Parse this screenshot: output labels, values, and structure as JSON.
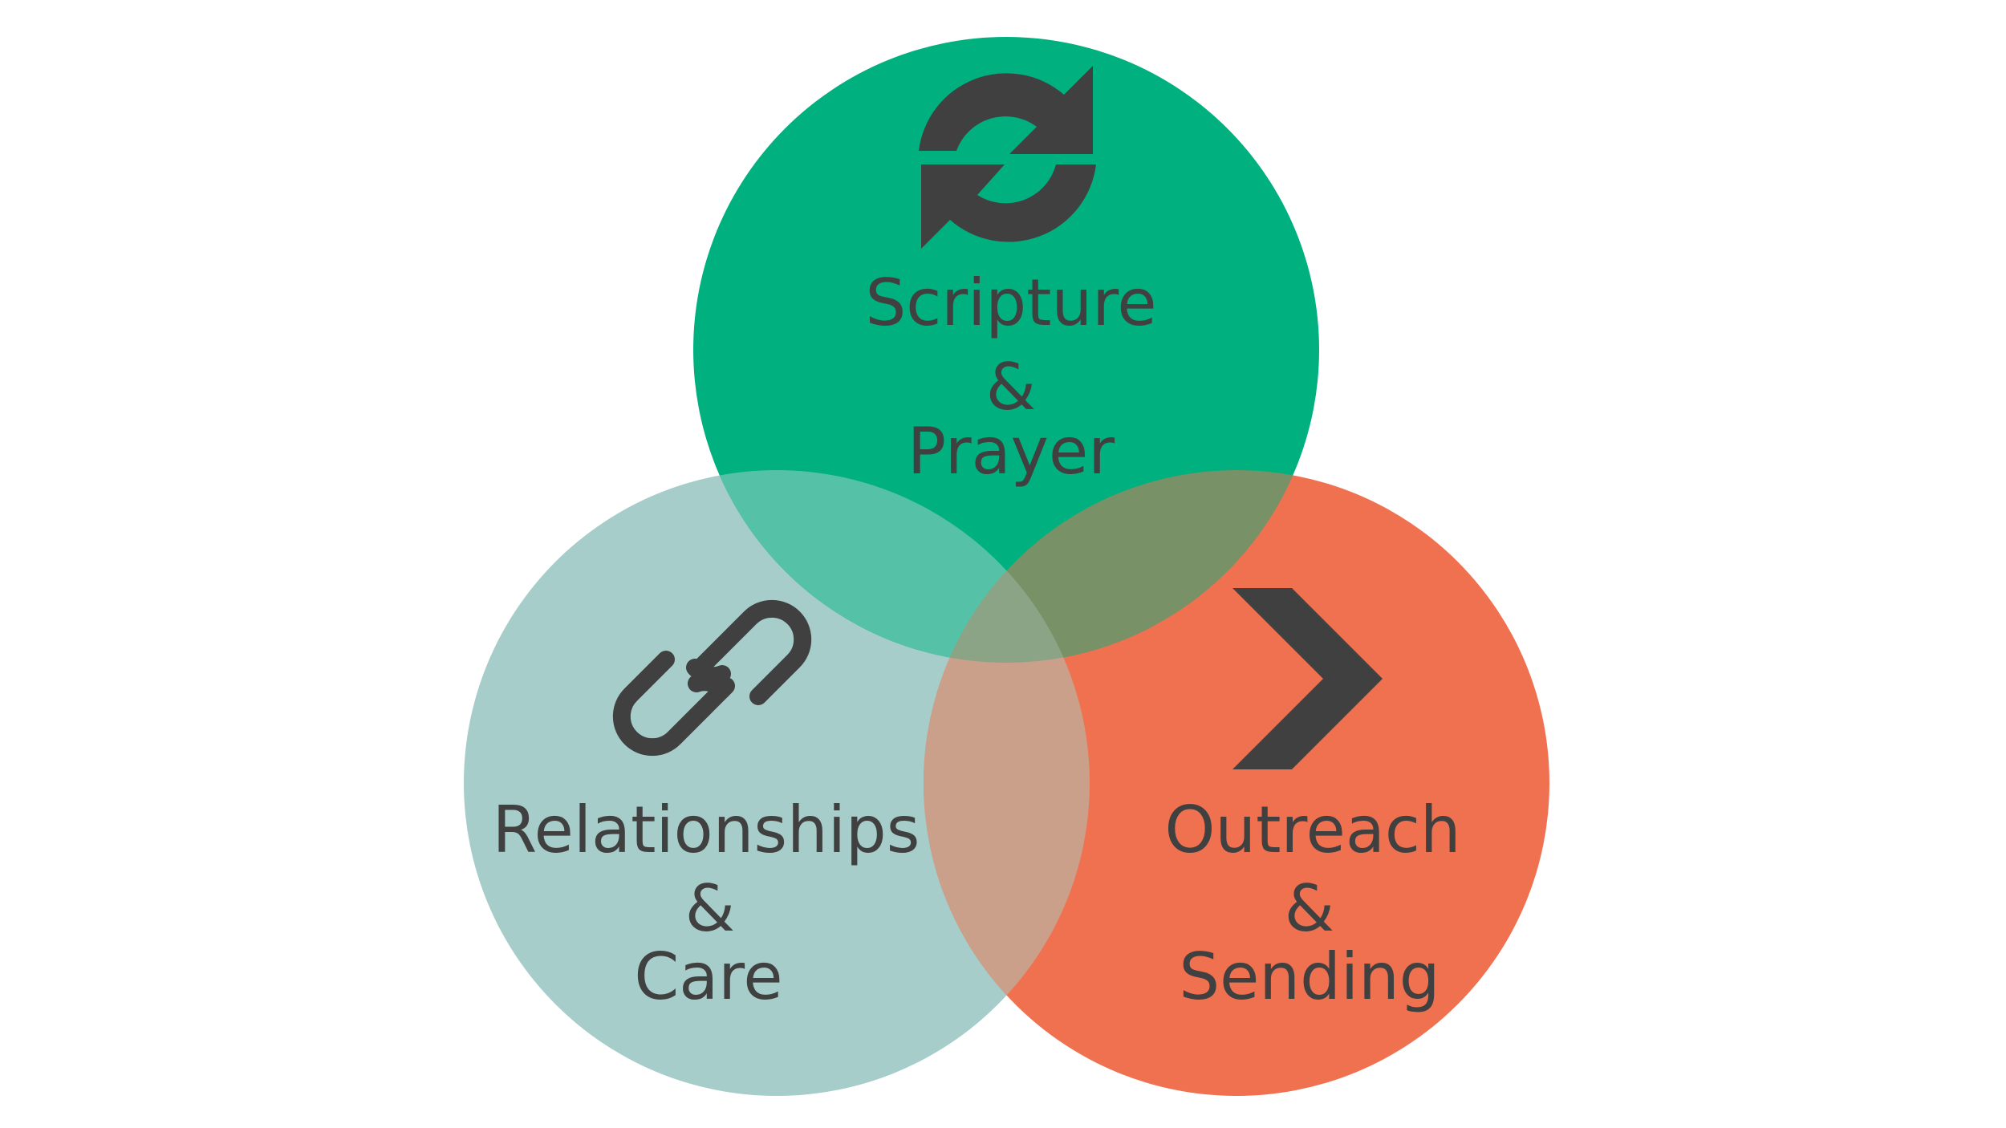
{
  "colors": {
    "background": "#ffffff",
    "scripture_circle": "#00b07f",
    "relationships_circle": "#a7cdca",
    "outreach_circle": "#f07150",
    "overlap_scripture_relationships": "#55c1a6",
    "overlap_scripture_outreach": "#789167",
    "overlap_relationships_outreach": "#cba08a",
    "overlap_center": "#8ca486",
    "text_and_icons": "#404040"
  },
  "circles": {
    "scripture": {
      "icon": "refresh-icon",
      "line1": "Scripture",
      "line2": "&",
      "line3": "Prayer"
    },
    "relationships": {
      "icon": "link-icon",
      "line1": "Relationships",
      "line2": "&",
      "line3": "Care"
    },
    "outreach": {
      "icon": "chevron-right-icon",
      "line1": "Outreach",
      "line2": "&",
      "line3": "Sending"
    }
  }
}
